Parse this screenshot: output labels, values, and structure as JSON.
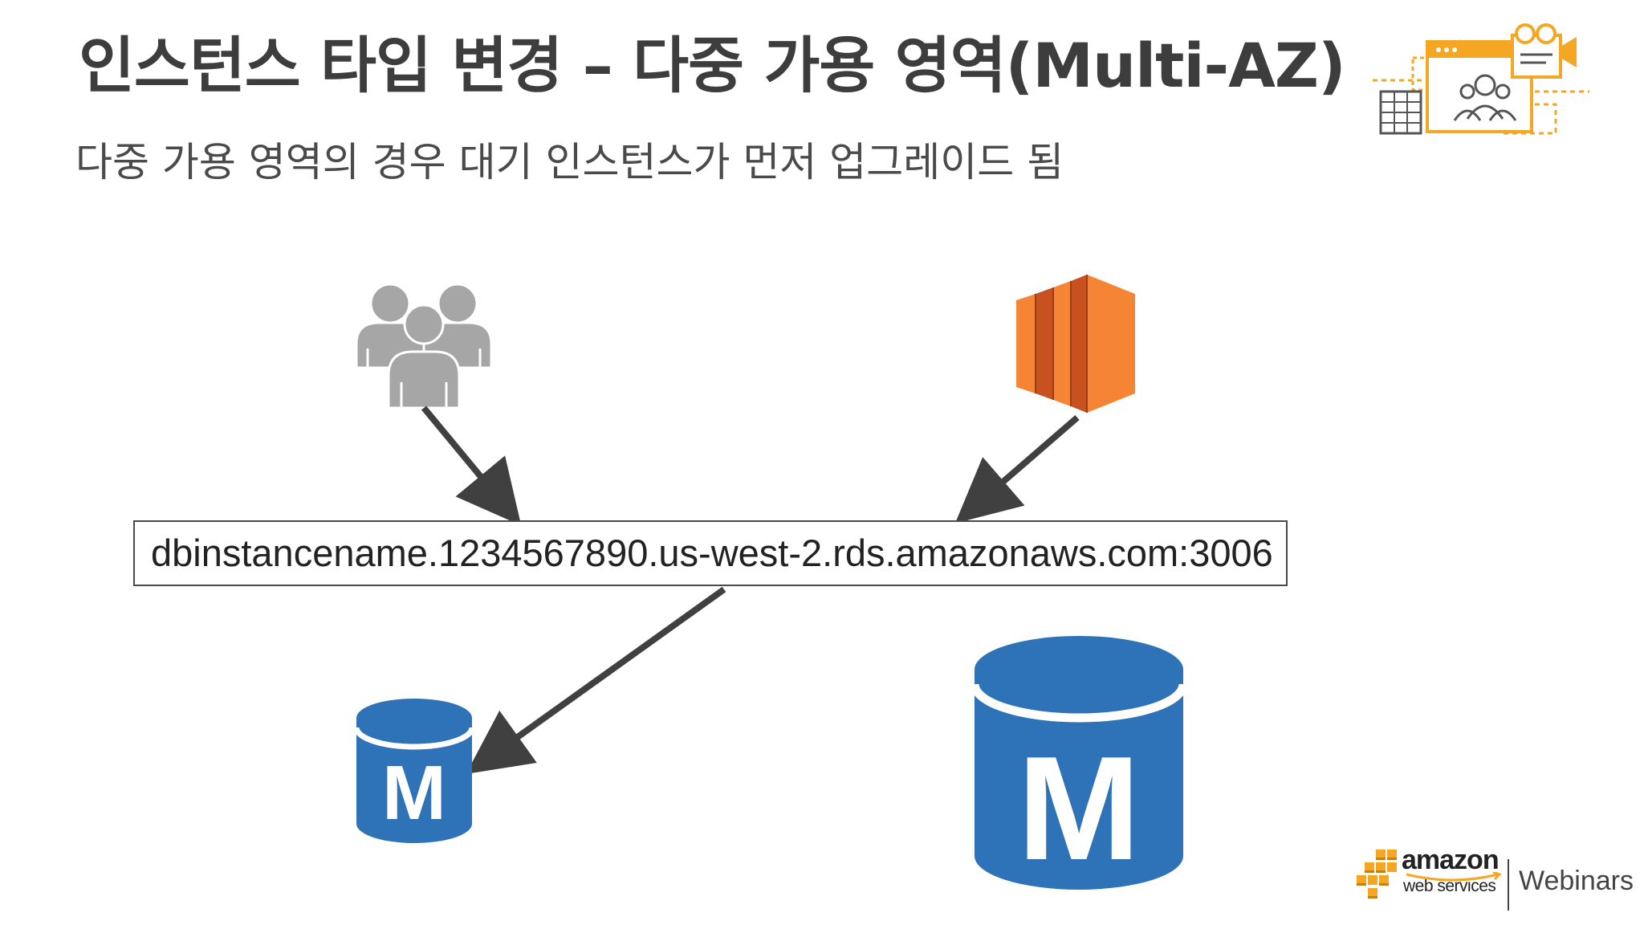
{
  "slide": {
    "title": "인스턴스 타입 변경 – 다중 가용 영역(Multi-AZ)",
    "subtitle": "다중 가용 영역의 경우 대기 인스턴스가 먼저 업그레이드 됨"
  },
  "diagram": {
    "endpoint": "dbinstancename.1234567890.us-west-2.rds.amazonaws.com:3006",
    "db_letter": "M",
    "colors": {
      "users_gray": "#a6a6a6",
      "ec2_orange": "#f58534",
      "ec2_dark": "#c7511f",
      "db_blue": "#2e73b8",
      "arrow": "#404040"
    },
    "icons": [
      "users-icon",
      "ec2-instance-icon",
      "rds-db-primary-icon",
      "rds-db-standby-icon",
      "webinar-presenter-icon"
    ]
  },
  "branding": {
    "amazon": "amazon",
    "web_services": "web services",
    "webinars": "Webinars",
    "accent_color": "#f5a623"
  }
}
